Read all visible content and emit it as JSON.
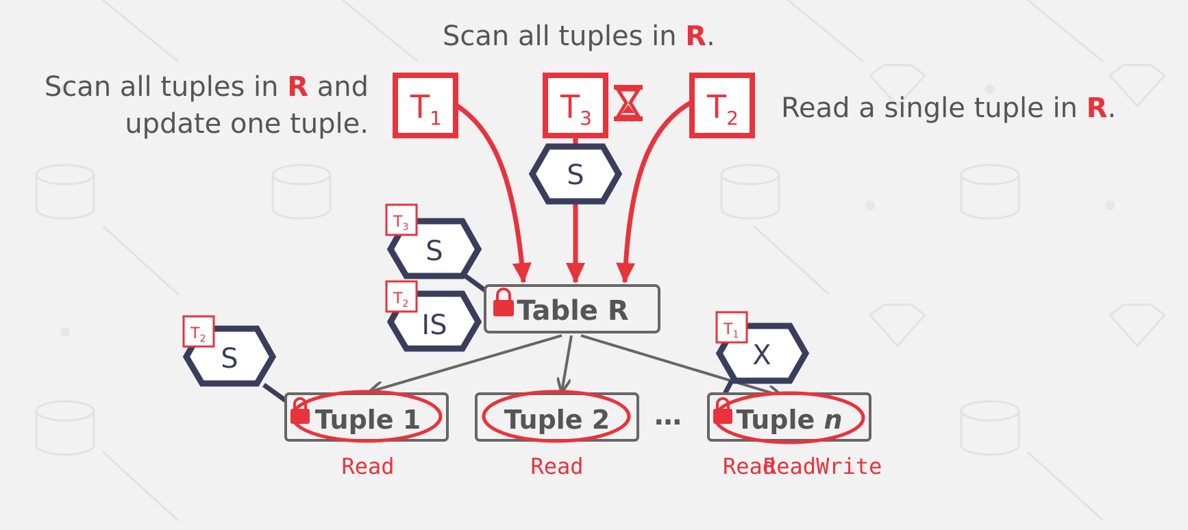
{
  "captions": {
    "top": {
      "before": "Scan all tuples in ",
      "rel": "R",
      "after": "."
    },
    "left": {
      "line1_before": "Scan all tuples in ",
      "rel": "R",
      "line1_after": " and",
      "line2": "update one tuple."
    },
    "right": {
      "before": "Read a single tuple in ",
      "rel": "R",
      "after": "."
    }
  },
  "transactions": [
    {
      "letter": "T",
      "sub": "1"
    },
    {
      "letter": "T",
      "sub": "3"
    },
    {
      "letter": "T",
      "sub": "2"
    }
  ],
  "hourglass_icon": "hourglass-icon",
  "table": {
    "label": "Table R"
  },
  "locks": {
    "t3_table": {
      "mode": "S",
      "tag_letter": "T",
      "tag_sub": "3"
    },
    "t2_table": {
      "mode": "IS",
      "tag_letter": "T",
      "tag_sub": "2"
    },
    "t3_waiting": {
      "mode": "S"
    },
    "t2_tuple1": {
      "mode": "S",
      "tag_letter": "T",
      "tag_sub": "2"
    },
    "t1_tuplen": {
      "mode": "X",
      "tag_letter": "T",
      "tag_sub": "1"
    }
  },
  "tuples": [
    {
      "label": "Tuple 1",
      "action": "Read"
    },
    {
      "label": "Tuple 2",
      "action": "Read"
    },
    {
      "label_prefix": "Tuple ",
      "label_italic": "n",
      "action_a": "Read",
      "action_b": "Read",
      "action_c": "Write"
    }
  ],
  "ellipsis": "…",
  "colors": {
    "red": "#e8333c",
    "navy": "#3b3d5c",
    "gray": "#666666",
    "text": "#555555"
  }
}
